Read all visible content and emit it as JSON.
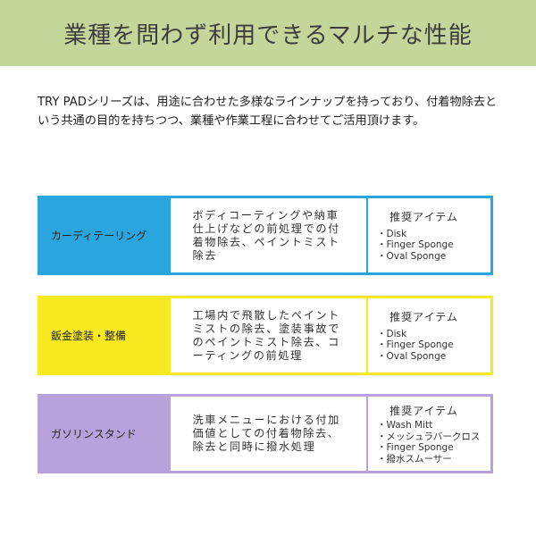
{
  "header": {
    "title": "業種を問わず利用できるマルチな性能",
    "background": "#c5d69b"
  },
  "intro": {
    "text": "TRY PADシリーズは、用途に合わせた多様なラインナップを持っており、付着物除去という共通の目的を持ちつつ、業種や作業工程に合わせてご活用頂けます。"
  },
  "rows": [
    {
      "category": "カーディテーリング",
      "color": "#2aa5de",
      "description": "ボディコーティングや納車仕上げなどの前処理での付着物除去、ペイントミスト除去",
      "items_title": "推奨アイテム",
      "items": [
        "Disk",
        "Finger Sponge",
        "Oval Sponge"
      ]
    },
    {
      "category": "鈑金塗装・整備",
      "color": "#f9e920",
      "description": "工場内で飛散したペイントミストの除去、塗装事故でのペイントミスト除去、コーティングの前処理",
      "items_title": "推奨アイテム",
      "items": [
        "Disk",
        "Finger Sponge",
        "Oval Sponge"
      ]
    },
    {
      "category": "ガソリンスタンド",
      "color": "#b8a2dc",
      "description": "洗車メニューにおける付加価値としての付着物除去、除去と同時に撥水処理",
      "items_title": "推奨アイテム",
      "items": [
        "Wash Mitt",
        "メッシュラバークロス",
        "Finger Sponge",
        "撥水スムーサー"
      ]
    }
  ]
}
